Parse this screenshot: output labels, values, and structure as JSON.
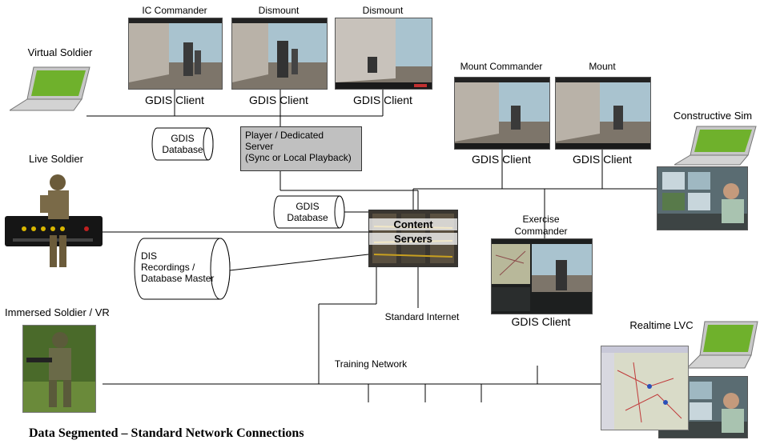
{
  "clients": {
    "ic_commander": {
      "title": "IC Commander",
      "sub": "GDIS Client"
    },
    "dismount1": {
      "title": "Dismount",
      "sub": "GDIS Client"
    },
    "dismount2": {
      "title": "Dismount",
      "sub": "GDIS Client"
    },
    "mount_commander": {
      "title": "Mount Commander",
      "sub": "GDIS Client"
    },
    "mount": {
      "title": "Mount",
      "sub": "GDIS Client"
    },
    "exercise_commander": {
      "title_line1": "Exercise",
      "title_line2": "Commander",
      "sub": "GDIS Client"
    }
  },
  "nodes": {
    "virtual_soldier": "Virtual Soldier",
    "live_soldier": "Live Soldier",
    "immersed_soldier": "Immersed Soldier / VR",
    "constructive_sim": "Constructive Sim",
    "realtime_lvc": "Realtime LVC"
  },
  "databases": {
    "db1": {
      "line1": "GDIS",
      "line2": "Database"
    },
    "db2": {
      "line1": "GDIS",
      "line2": "Database"
    },
    "dis": {
      "line1": "DIS",
      "line2": "Recordings /",
      "line3": "Database Master"
    }
  },
  "server": {
    "line1": "Player / Dedicated",
    "line2": "Server",
    "line3": "(Sync or Local Playback)"
  },
  "content_servers": {
    "line1": "Content",
    "line2": "Servers"
  },
  "networks": {
    "internet": "Standard Internet",
    "training": "Training Network"
  },
  "caption": "Data Segmented – Standard Network Connections",
  "colors": {
    "server_box": "#c0c0c0",
    "line": "#000000",
    "sky": "#a9c3cf",
    "ground": "#7d756a",
    "building": "#b9b2a8"
  }
}
